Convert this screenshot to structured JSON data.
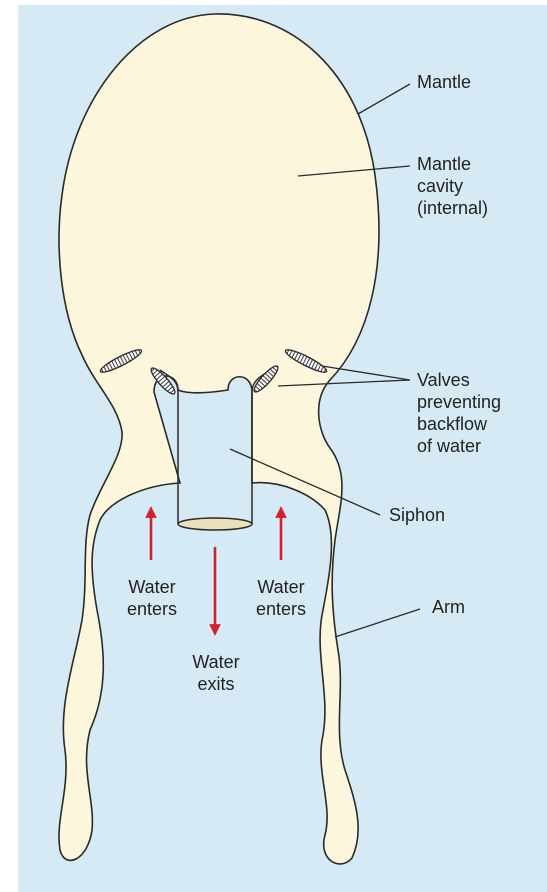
{
  "colors": {
    "background": "#d5eaf5",
    "body_fill": "#fcf6dd",
    "outline": "#2a2a2a",
    "arrow": "#d4202c",
    "siphon_mouth": "#ece0bc"
  },
  "labels": {
    "mantle": "Mantle",
    "mantle_cavity": "Mantle\ncavity\n(internal)",
    "valves": "Valves\npreventing\nbackflow\nof water",
    "siphon": "Siphon",
    "arm": "Arm",
    "water_enters_left": "Water\nenters",
    "water_enters_right": "Water\nenters",
    "water_exits": "Water\nexits"
  }
}
